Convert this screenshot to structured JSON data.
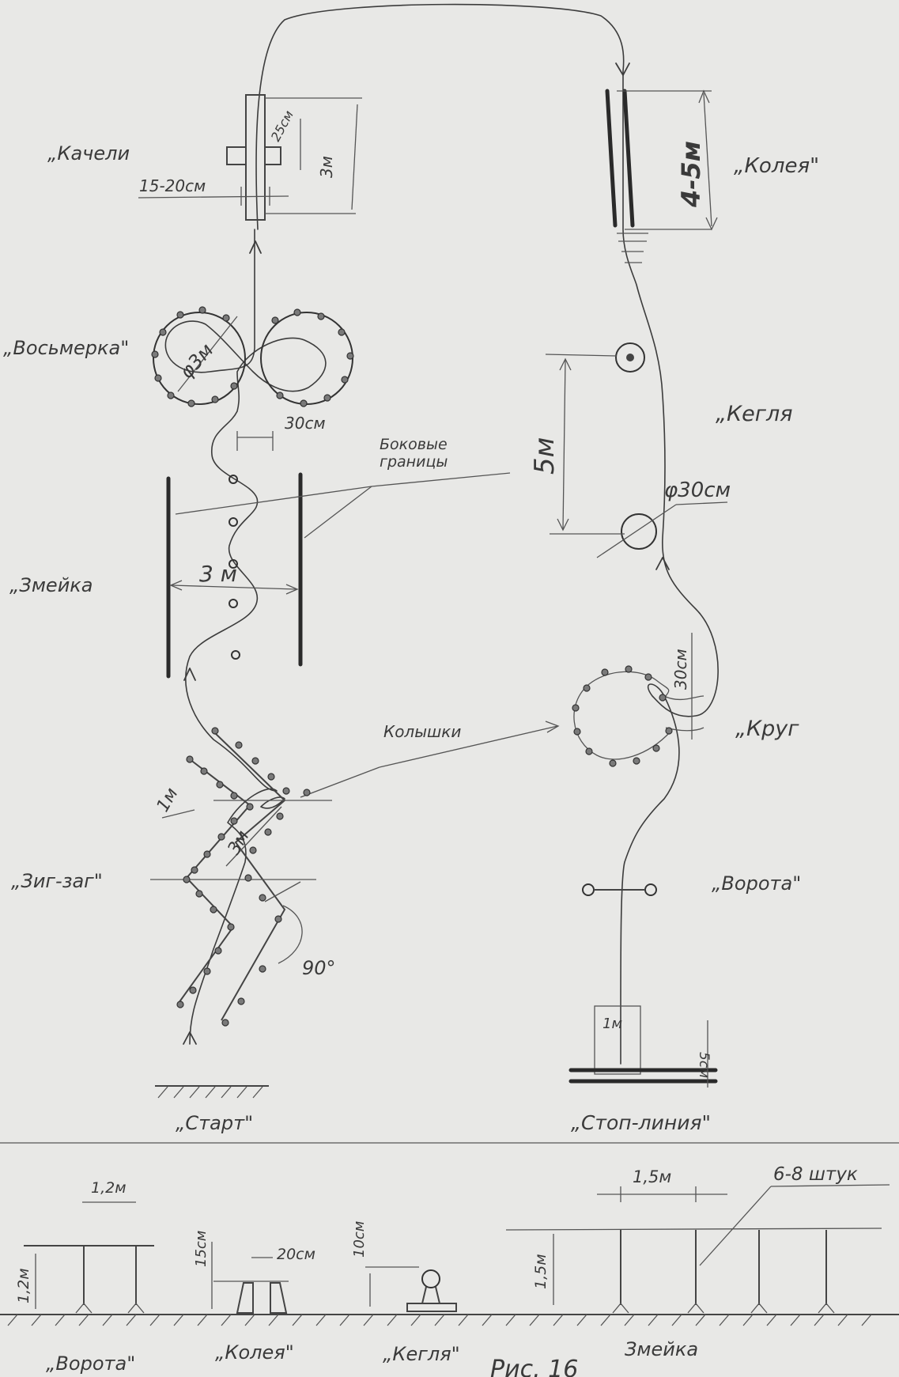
{
  "labels": {
    "kachel": "„Качели",
    "koleya": "„Колея\"",
    "vosmerka": "„Восьмерка\"",
    "keglya": "„Кегля",
    "bokovye_1": "Боковые",
    "bokovye_2": "границы",
    "zmeyka": "„Змейка",
    "kolyshki": "Колышки",
    "krug": "„Круг",
    "zigzag": "„Зиг-заг\"",
    "vorota": "„Ворота\"",
    "start": "„Старт\"",
    "stop_liniya": "„Стоп-линия\""
  },
  "dimensions": {
    "d25": "25см",
    "three_m_kachel": "3м",
    "kachel_width": "15-20см",
    "koleya_len": "4-5м",
    "d3m": "φ3м",
    "d30cm_eight": "30см",
    "five_m": "5м",
    "d30cm_kegla": "φ30см",
    "zmeyka_width": "3 м",
    "krug_30": "30см",
    "one_m": "1м",
    "three_m_zig": "3м",
    "angle": "90°",
    "stop_1m": "1м",
    "stop_5cm": "5см"
  },
  "details": {
    "vorota_w": "1,2м",
    "vorota_h": "1,2м",
    "koleya_h": "15см",
    "koleya_w": "20см",
    "kegla_h": "10см",
    "zmeyka_w": "1,5м",
    "zmeyka_h": "1,5м",
    "zmeyka_count": "6-8 штук",
    "cap_vorota": "„Ворота\"",
    "cap_koleya": "„Колея\"",
    "cap_kegla": "„Кегля\"",
    "cap_zmeyka": "Змейка",
    "cap_figure": "Рис. 16"
  }
}
